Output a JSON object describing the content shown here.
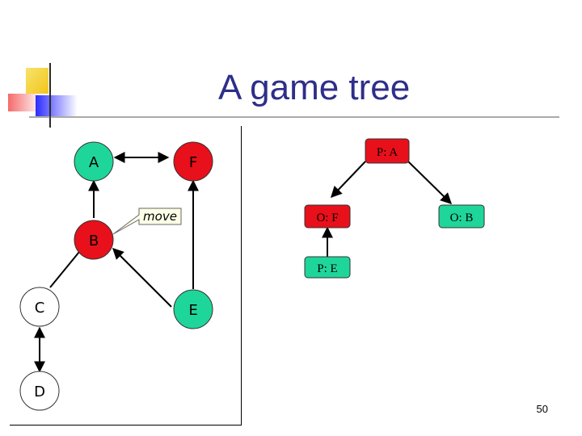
{
  "slide": {
    "title": "A game tree",
    "number": "50"
  },
  "graph": {
    "nodes": {
      "A": "A",
      "F": "F",
      "B": "B",
      "C": "C",
      "D": "D",
      "E": "E"
    },
    "callout": "move"
  },
  "tree": {
    "root": "P: A",
    "left": "O: F",
    "right": "O: B",
    "leaf": "P: E"
  },
  "colors": {
    "title": "#2e2e8a",
    "node_green": "#1fd69a",
    "node_red": "#e8101a",
    "deco_yellow": "#f5d22a",
    "deco_blue": "#3d3df0",
    "deco_red": "#f06a6a"
  }
}
